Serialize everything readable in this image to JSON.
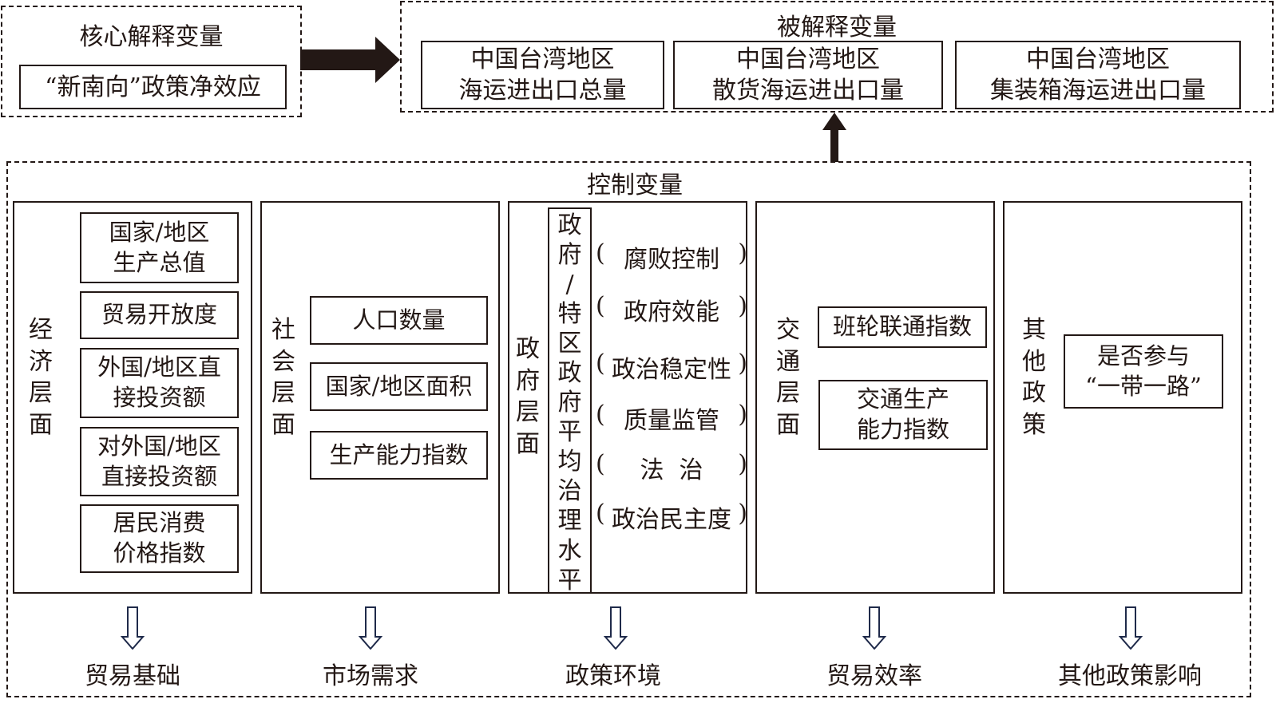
{
  "core": {
    "title": "核心解释变量",
    "item": "“新南向”政策净效应"
  },
  "dependent": {
    "title": "被解释变量",
    "items": [
      {
        "line1": "中国台湾地区",
        "line2": "海运进出口总量"
      },
      {
        "line1": "中国台湾地区",
        "line2": "散货海运进出口量"
      },
      {
        "line1": "中国台湾地区",
        "line2": "集装箱海运进出口量"
      }
    ]
  },
  "control": {
    "title": "控制变量",
    "economic": {
      "label": [
        "经",
        "济",
        "层",
        "面"
      ],
      "items": [
        {
          "line1": "国家/地区",
          "line2": "生产总值"
        },
        {
          "line1": "贸易开放度",
          "line2": ""
        },
        {
          "line1": "外国/地区直",
          "line2": "接投资额"
        },
        {
          "line1": "对外国/地区",
          "line2": "直接投资额"
        },
        {
          "line1": "居民消费",
          "line2": "价格指数"
        }
      ],
      "outcome": "贸易基础"
    },
    "social": {
      "label": [
        "社",
        "会",
        "层",
        "面"
      ],
      "items": [
        "人口数量",
        "国家/地区面积",
        "生产能力指数"
      ],
      "outcome": "市场需求"
    },
    "government": {
      "label": [
        "政",
        "府",
        "层",
        "面"
      ],
      "vertical_box": [
        "政",
        "府",
        "/",
        "特",
        "区",
        "政",
        "府",
        "平",
        "均",
        "治",
        "理",
        "水",
        "平"
      ],
      "indicators": [
        {
          "open": "(",
          "text": " 腐败控制 ",
          "close": ")"
        },
        {
          "open": "(",
          "text": " 政府效能 ",
          "close": ")"
        },
        {
          "open": "(",
          "text": "政治稳定性",
          "close": ")"
        },
        {
          "open": "(",
          "text": " 质量监管 ",
          "close": ")"
        },
        {
          "open": "(",
          "text": "  法  治  ",
          "close": ")"
        },
        {
          "open": "(",
          "text": "政治民主度",
          "close": ")"
        }
      ],
      "outcome": "政策环境"
    },
    "transport": {
      "label": [
        "交",
        "通",
        "层",
        "面"
      ],
      "items": [
        {
          "line1": "班轮联通指数",
          "line2": ""
        },
        {
          "line1": "交通生产",
          "line2": "能力指数"
        }
      ],
      "outcome": "贸易效率"
    },
    "other": {
      "label": [
        "其",
        "他",
        "政",
        "策"
      ],
      "items": [
        {
          "line1": "是否参与",
          "line2": "“一带一路”"
        }
      ],
      "outcome": "其他政策影响"
    }
  },
  "icons": {
    "core_to_dependent": "solid-right-arrow",
    "control_to_dependent": "solid-up-arrow",
    "panel_to_outcome": "hollow-down-arrow"
  },
  "colors": {
    "ink": "#231815",
    "hollow_arrow": "#1f2a4a"
  }
}
